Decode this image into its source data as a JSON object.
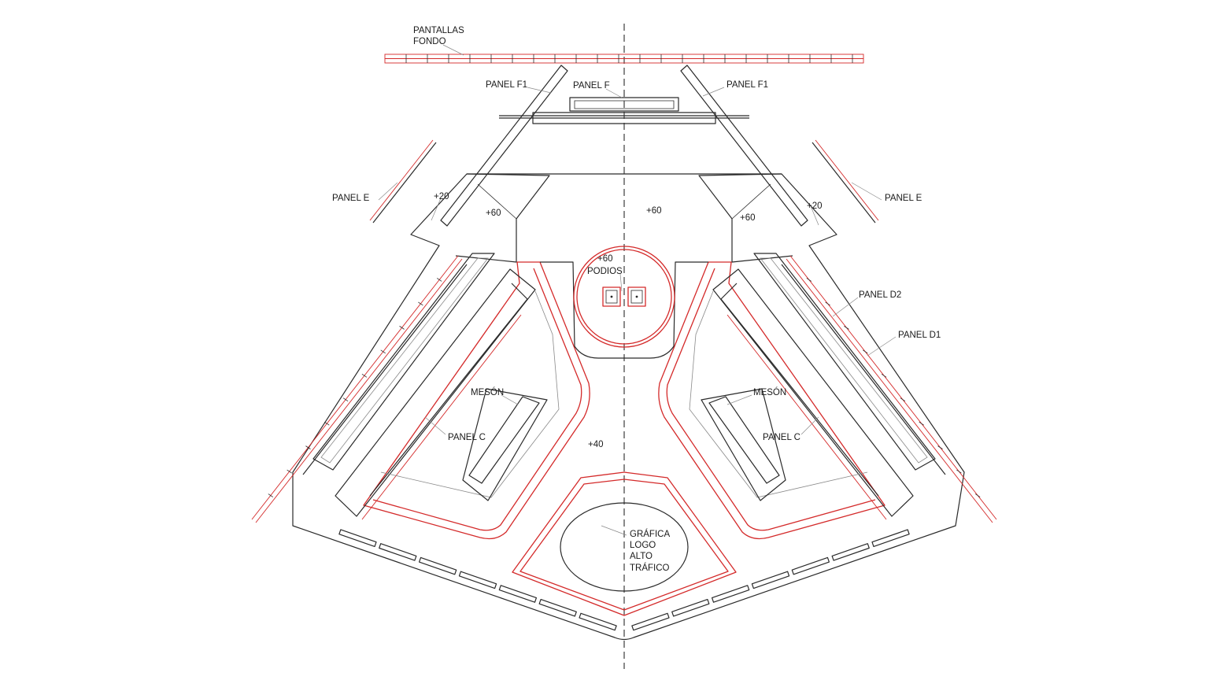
{
  "labels": {
    "pantallas_fondo_1": "PANTALLAS",
    "pantallas_fondo_2": "FONDO",
    "panel_f1_left": "PANEL F1",
    "panel_f": "PANEL F",
    "panel_f1_right": "PANEL F1",
    "panel_e_left": "PANEL E",
    "panel_e_right": "PANEL E",
    "level_plus20_left": "+20",
    "level_plus20_right": "+20",
    "level_plus60_left": "+60",
    "level_plus60_center": "+60",
    "level_plus60_right": "+60",
    "level_plus60_podios": "+60",
    "podios": "PODIOS",
    "panel_d2": "PANEL D2",
    "panel_d1": "PANEL D1",
    "meson_left": "MESÓN",
    "meson_right": "MESÓN",
    "panel_c_left": "PANEL C",
    "panel_c_right": "PANEL C",
    "level_plus40": "+40",
    "grafica_1": "GRÁFICA",
    "grafica_2": "LOGO",
    "grafica_3": "ALTO",
    "grafica_4": "TRÁFICO"
  },
  "colors": {
    "line": "#2a2a2a",
    "accent_red": "#d42a2a",
    "thin_gray": "#8a8a8a",
    "background": "#ffffff"
  }
}
